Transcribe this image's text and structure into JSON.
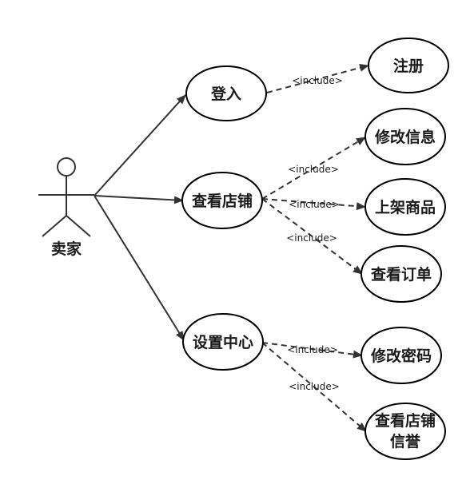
{
  "actor": {
    "label": "卖家"
  },
  "use_cases": {
    "login": "登入",
    "register": "注册",
    "view_shop": "查看店铺",
    "edit_info": "修改信息",
    "list_product": "上架商品",
    "view_orders": "查看订单",
    "settings_center": "设置中心",
    "change_password": "修改密码",
    "shop_reputation_line1": "查看店铺",
    "shop_reputation_line2": "信誉"
  },
  "relations": {
    "include_label": "<include>"
  },
  "colors": {
    "stroke": "#333333",
    "text": "#1a1a1a",
    "background": "#ffffff"
  }
}
